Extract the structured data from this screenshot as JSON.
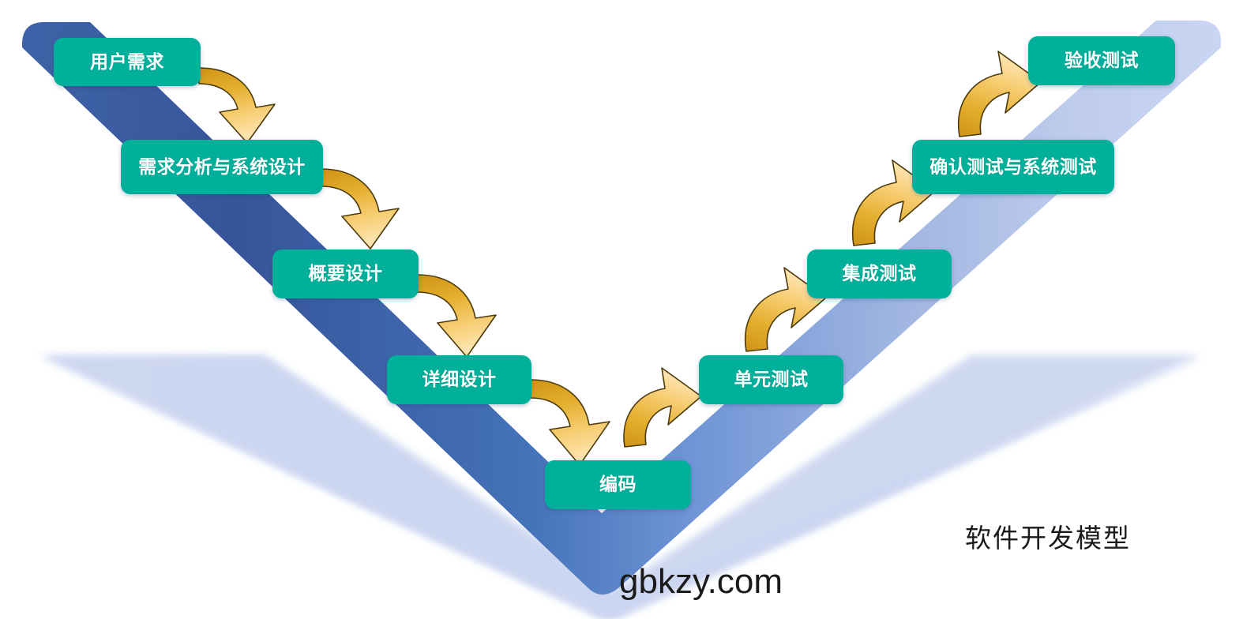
{
  "diagram": {
    "type": "v-model",
    "caption": "软件开发模型",
    "watermark": "gbkzy.com",
    "colors": {
      "node_fill": "#00b09b",
      "node_text": "#ffffff",
      "v_left_dark": "#3a5ba0",
      "v_mid": "#4a79c4",
      "v_right_light": "#c8d4f0",
      "v_shadow": "#ccd6f0",
      "arrow_dark": "#d9a01c",
      "arrow_light": "#fcdc96",
      "arrow_outline": "#6b5210",
      "background": "#ffffff",
      "caption_text": "#1a1a1a"
    },
    "nodes": [
      {
        "id": "user-requirements",
        "label": "用户需求",
        "side": "left"
      },
      {
        "id": "requirements-and-system-design",
        "label": "需求分析与系统设计",
        "side": "left"
      },
      {
        "id": "outline-design",
        "label": "概要设计",
        "side": "left"
      },
      {
        "id": "detailed-design",
        "label": "详细设计",
        "side": "left"
      },
      {
        "id": "coding",
        "label": "编码",
        "side": "bottom"
      },
      {
        "id": "unit-testing",
        "label": "单元测试",
        "side": "right"
      },
      {
        "id": "integration-testing",
        "label": "集成测试",
        "side": "right"
      },
      {
        "id": "validation-and-system-testing",
        "label": "确认测试与系统测试",
        "side": "right"
      },
      {
        "id": "acceptance-testing",
        "label": "验收测试",
        "side": "right"
      }
    ],
    "arrows": [
      {
        "id": "arrow-user-requirements-to-requirements-design",
        "direction": "down-right"
      },
      {
        "id": "arrow-requirements-design-to-outline-design",
        "direction": "down-right"
      },
      {
        "id": "arrow-outline-design-to-detailed-design",
        "direction": "down-right"
      },
      {
        "id": "arrow-detailed-design-to-coding",
        "direction": "down-right"
      },
      {
        "id": "arrow-coding-to-unit-testing",
        "direction": "up-right"
      },
      {
        "id": "arrow-unit-testing-to-integration-testing",
        "direction": "up-right"
      },
      {
        "id": "arrow-integration-testing-to-validation-testing",
        "direction": "up-right"
      },
      {
        "id": "arrow-validation-testing-to-acceptance-testing",
        "direction": "up-right"
      }
    ]
  }
}
